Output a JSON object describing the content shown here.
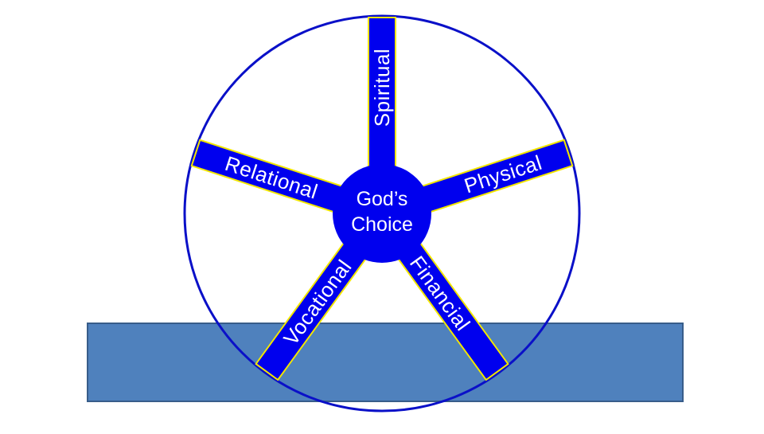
{
  "hub": {
    "line1": "God’s",
    "line2": "Choice"
  },
  "spokes": {
    "spiritual": "Spiritual",
    "physical": "Physical",
    "financial": "Financial",
    "vocational": "Vocational",
    "relational": "Relational"
  },
  "colors": {
    "spoke_fill": "#0000ee",
    "spoke_outline": "#f2e600",
    "wheel_rim": "#0a10c8",
    "ground_fill": "#4f81bd",
    "ground_outline": "#385d8a",
    "text": "#ffffff"
  }
}
